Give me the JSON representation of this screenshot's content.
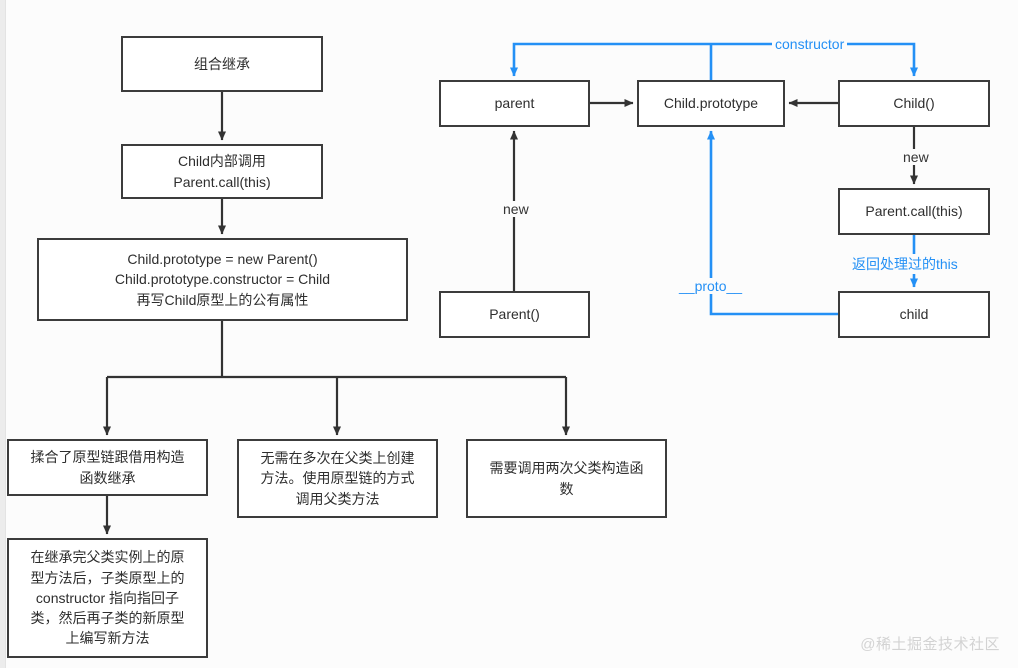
{
  "diagram": {
    "title_watermark": "@稀土掘金技术社区",
    "colors": {
      "node_border": "#3c3c3c",
      "node_fill": "#ffffff",
      "edge_black": "#333333",
      "edge_blue": "#2490f5",
      "background": "#fcfcfc",
      "watermark": "#d3d3d3"
    },
    "left_flow": {
      "nodes": [
        {
          "id": "combo-inheritance",
          "label": "组合继承"
        },
        {
          "id": "child-internal-call",
          "label": "Child内部调用\nParent.call(this)"
        },
        {
          "id": "prototype-setup",
          "label": "Child.prototype = new Parent()\nChild.prototype.constructor = Child\n再写Child原型上的公有属性"
        },
        {
          "id": "merge-note",
          "label": "揉合了原型链跟借用构造\n函数继承"
        },
        {
          "id": "no-repeat-note",
          "label": "无需在多次在父类上创建\n方法。使用原型链的方式\n调用父类方法"
        },
        {
          "id": "twice-call-note",
          "label": "需要调用两次父类构造函\n数"
        },
        {
          "id": "constructor-detail",
          "label": "在继承完父类实例上的原\n型方法后，子类原型上的\nconstructor 指向指回子\n类，然后再子类的新原型\n上编写新方法"
        }
      ]
    },
    "right_flow": {
      "nodes": [
        {
          "id": "parent-instance",
          "label": "parent"
        },
        {
          "id": "child-prototype",
          "label": "Child.prototype"
        },
        {
          "id": "child-ctor",
          "label": "Child()"
        },
        {
          "id": "parent-ctor",
          "label": "Parent()"
        },
        {
          "id": "parent-call-this",
          "label": "Parent.call(this)"
        },
        {
          "id": "child-instance",
          "label": "child"
        }
      ],
      "edge_labels": [
        {
          "id": "constructor-label",
          "text": "constructor",
          "color": "blue"
        },
        {
          "id": "new-parent-label",
          "text": "new",
          "color": "black"
        },
        {
          "id": "new-child-label",
          "text": "new",
          "color": "black"
        },
        {
          "id": "proto-label",
          "text": "__proto__",
          "color": "blue"
        },
        {
          "id": "return-this-label",
          "text": "返回处理过的this",
          "color": "blue"
        }
      ]
    }
  }
}
